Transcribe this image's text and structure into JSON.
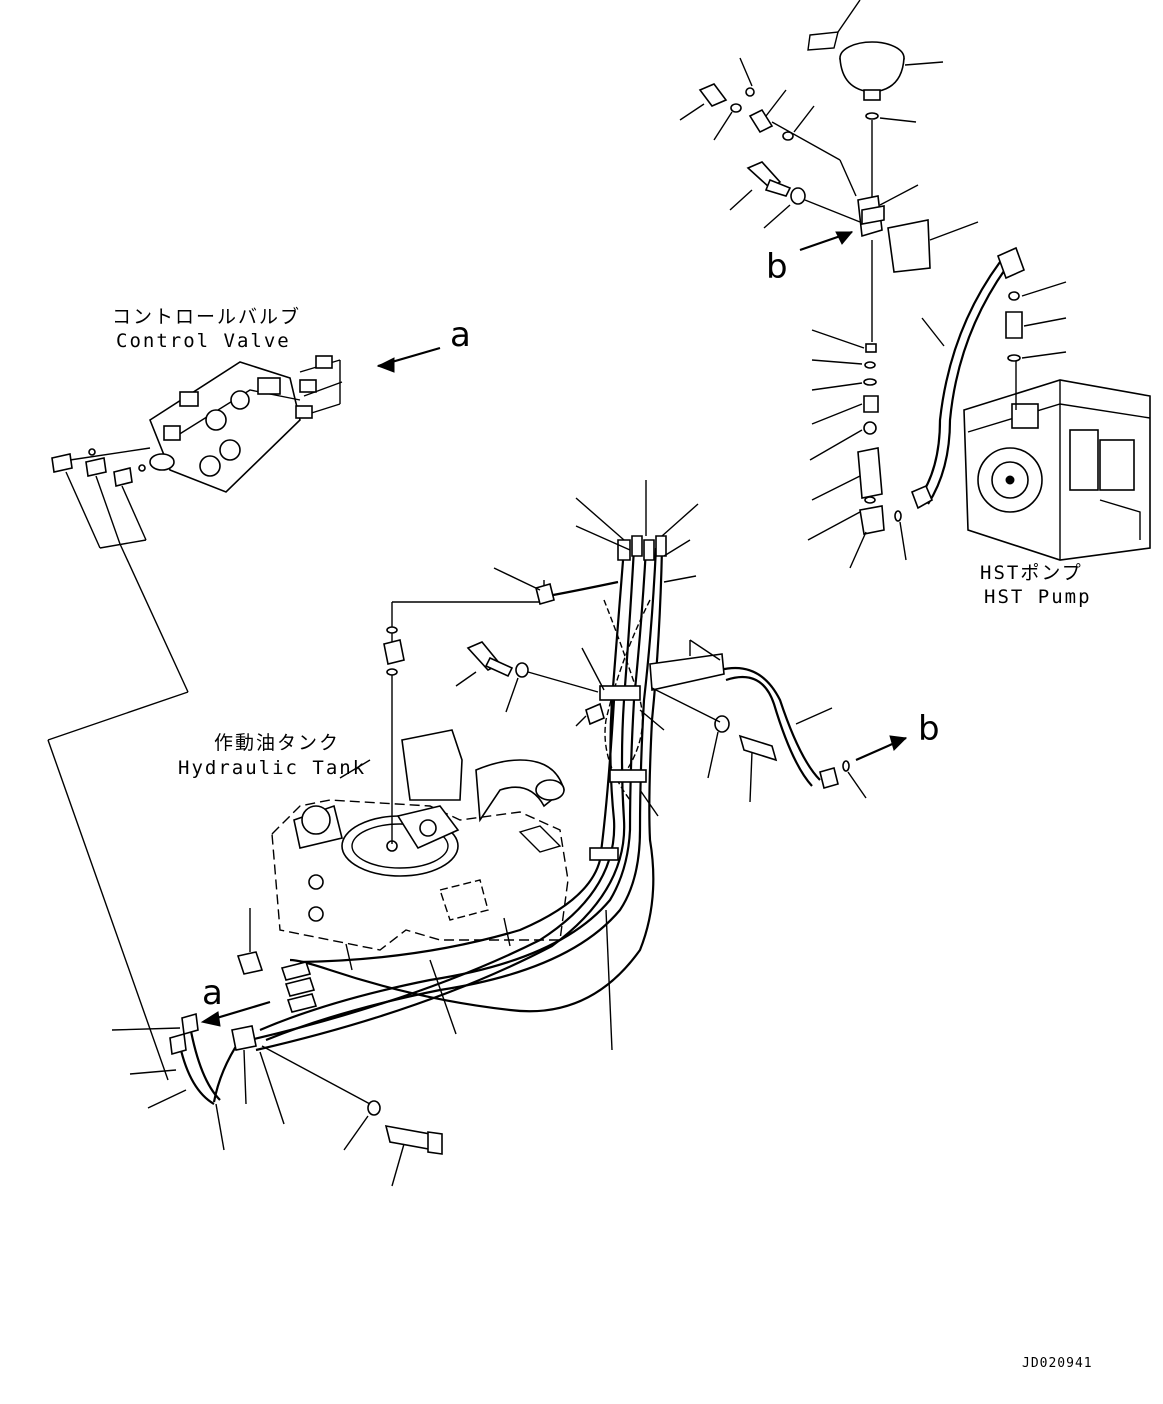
{
  "labels": {
    "control_valve_jp": "コントロールバルブ",
    "control_valve_en": "Control Valve",
    "hydraulic_tank_jp": "作動油タンク",
    "hydraulic_tank_en": "Hydraulic Tank",
    "hst_pump_jp": "HSTポンプ",
    "hst_pump_en": "HST Pump"
  },
  "view_markers": {
    "a_top": "a",
    "a_bottom": "a",
    "b_top": "b",
    "b_right": "b"
  },
  "drawing_code": "JD020941"
}
